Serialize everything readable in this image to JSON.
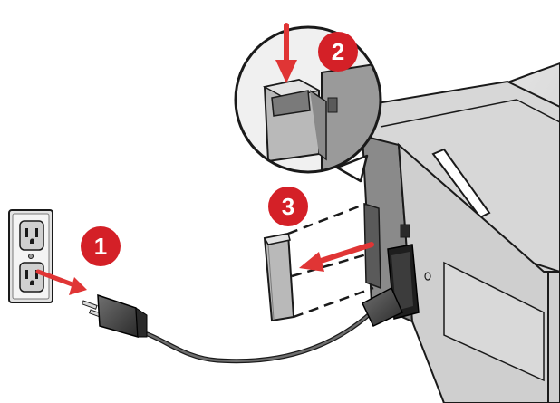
{
  "diagram": {
    "steps": [
      {
        "number": "1",
        "action": "unplug-power-cord-from-wall-outlet"
      },
      {
        "number": "2",
        "action": "press-release-tab"
      },
      {
        "number": "3",
        "action": "remove-cover-panel"
      }
    ],
    "colors": {
      "step_badge": "#d42027",
      "arrow": "#e03535",
      "outline": "#1a1a1a",
      "light_gray": "#e3e3e3",
      "mid_gray": "#b9b9b9",
      "dark_gray": "#4a4a4a"
    },
    "icons": [
      "wall-outlet-icon",
      "power-plug-icon",
      "power-cord-icon",
      "printer-icon",
      "cover-panel-icon",
      "callout-magnifier-icon"
    ]
  }
}
